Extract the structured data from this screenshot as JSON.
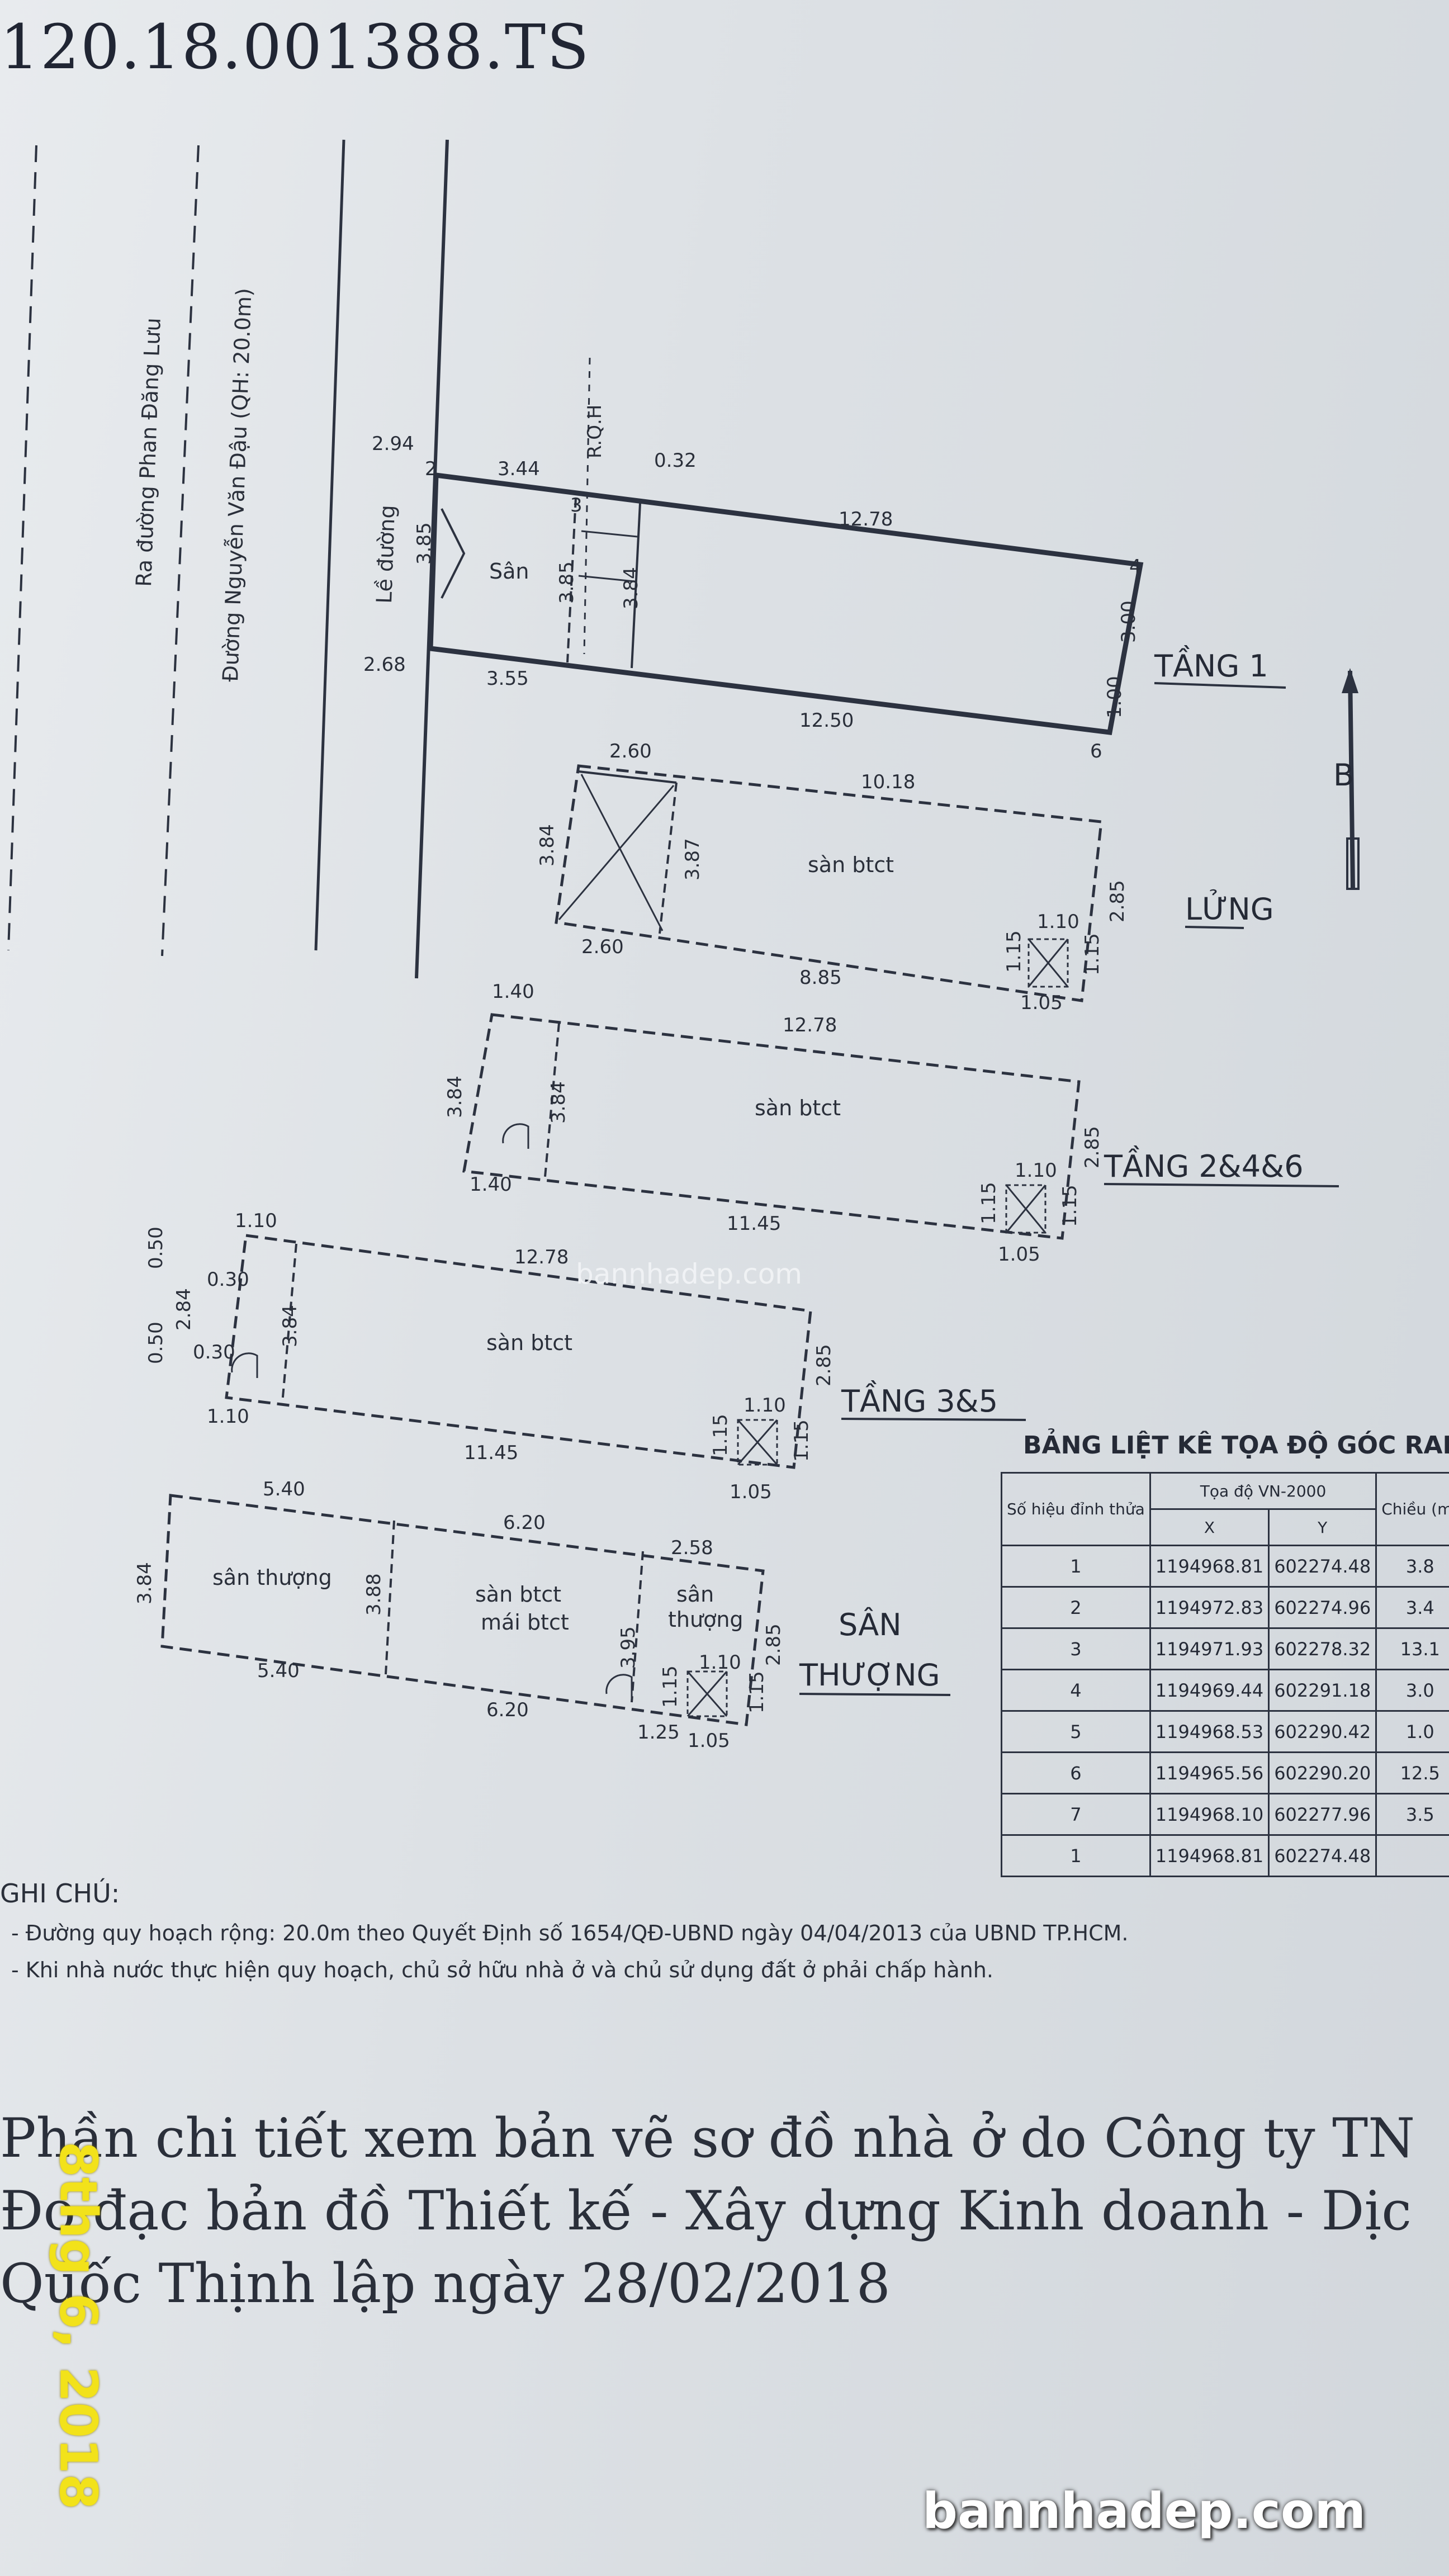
{
  "header": {
    "document_number": "120.18.001388.TS"
  },
  "plan": {
    "street_phan_dang_luu": "Ra đường Phan Đăng Lưu",
    "street_nguyen_van_dau": "Đường Nguyễn Văn Đậu (QH: 20.0m)",
    "sidewalk": "Lề đường",
    "rqh": "R.Q.H",
    "north": "B",
    "f1": {
      "name": "TẦNG 1",
      "room": "Sân",
      "d_top_left": "2.94",
      "d_front_top": "3.44",
      "d_rqh": "0.32",
      "d_top_long": "12.78",
      "d_bottom_left": "2.68",
      "d_front_bottom": "3.55",
      "d_bottom_long": "12.50",
      "d_left_depth": "3.85",
      "d_rqh_depth1": "3.85",
      "d_rqh_depth2": "3.84",
      "d_right_upper": "3.00",
      "d_right_lower": "1.00",
      "pt2": "2",
      "pt3": "3",
      "pt4": "4",
      "pt6": "6"
    },
    "mz": {
      "name": "LỬNG",
      "room": "sàn btct",
      "d_top_left": "2.60",
      "d_top_long": "10.18",
      "d_bottom_left": "2.60",
      "d_bottom_long": "8.85",
      "d_bottom_right": "1.05",
      "d_left_depth": "3.84",
      "d_inner_depth": "3.87",
      "d_right_depth": "2.85",
      "d_stair": "1.10",
      "d_stair_side1": "1.15",
      "d_stair_side2": "1.15"
    },
    "f2": {
      "name": "TẦNG 2&4&6",
      "room": "sàn btct",
      "d_top_left": "1.40",
      "d_top_long": "12.78",
      "d_bottom_left": "1.40",
      "d_bottom_long": "11.45",
      "d_bottom_right": "1.05",
      "d_left_depth": "3.84",
      "d_inner_depth": "3.84",
      "d_right_depth": "2.85",
      "d_stair": "1.10",
      "d_stair_side1": "1.15",
      "d_stair_side2": "1.15"
    },
    "f3": {
      "name": "TẦNG 3&5",
      "room": "sàn btct",
      "d_top_left": "1.10",
      "d_top_long": "12.78",
      "d_bottom_left": "1.10",
      "d_bottom_long": "11.45",
      "d_bottom_right": "1.05",
      "d_offset1": "0.50",
      "d_offset2": "0.50",
      "d_small1": "0.30",
      "d_small2": "0.30",
      "d_left_depth": "2.84",
      "d_inner_depth": "3.84",
      "d_right_depth": "2.85",
      "d_stair": "1.10",
      "d_stair_side1": "1.15",
      "d_stair_side2": "1.15"
    },
    "rt": {
      "name1": "SÂN",
      "name2": "THƯỢNG",
      "room1": "sân thượng",
      "room2a": "sàn btct",
      "room2b": "mái btct",
      "room3a": "sân",
      "room3b": "thượng",
      "d_top_left": "5.40",
      "d_top_mid": "6.20",
      "d_top_right": "2.58",
      "d_bottom_left": "5.40",
      "d_bottom_mid": "6.20",
      "d_bottom_right1": "1.25",
      "d_bottom_right2": "1.05",
      "d_left_depth": "3.84",
      "d_inner_depth": "3.88",
      "d_stair_depth": "3.95",
      "d_right_depth": "2.85",
      "d_stair": "1.10",
      "d_stair_side1": "1.15",
      "d_stair_side2": "1.15"
    }
  },
  "coord_table": {
    "title": "BẢNG LIỆT KÊ TỌA ĐỘ GÓC RANH",
    "h_point": "Số hiệu đỉnh thửa",
    "h_coords": "Tọa độ VN-2000",
    "h_x": "X",
    "h_y": "Y",
    "h_length": "Chiều (m)",
    "rows": [
      [
        "1",
        "1194968.81",
        "602274.48",
        "3.8"
      ],
      [
        "2",
        "1194972.83",
        "602274.96",
        "3.4"
      ],
      [
        "3",
        "1194971.93",
        "602278.32",
        "13.1"
      ],
      [
        "4",
        "1194969.44",
        "602291.18",
        "3.0"
      ],
      [
        "5",
        "1194968.53",
        "602290.42",
        "1.0"
      ],
      [
        "6",
        "1194965.56",
        "602290.20",
        "12.5"
      ],
      [
        "7",
        "1194968.10",
        "602277.96",
        "3.5"
      ],
      [
        "1",
        "1194968.81",
        "602274.48",
        ""
      ]
    ]
  },
  "notes": {
    "title": "GHI CHÚ:",
    "items": [
      "- Đường quy hoạch rộng: 20.0m theo Quyết Định số 1654/QĐ-UBND ngày 04/04/2013 của UBND TP.HCM.",
      "- Khi nhà nước thực hiện quy hoạch, chủ sở hữu nhà ở và chủ sử dụng đất ở phải chấp hành."
    ]
  },
  "detail": {
    "line1": "Phần chi tiết xem bản vẽ sơ đồ nhà ở do Công ty TN",
    "line2": "Đo đạc bản đồ Thiết kế - Xây dựng Kinh doanh - Dịc",
    "line3": "Quốc Thịnh lập ngày 28/02/2018"
  },
  "timestamp": "8thg 6, 2018",
  "watermark": {
    "center": "bannhadep.com",
    "corner": "bannhadep.com"
  }
}
